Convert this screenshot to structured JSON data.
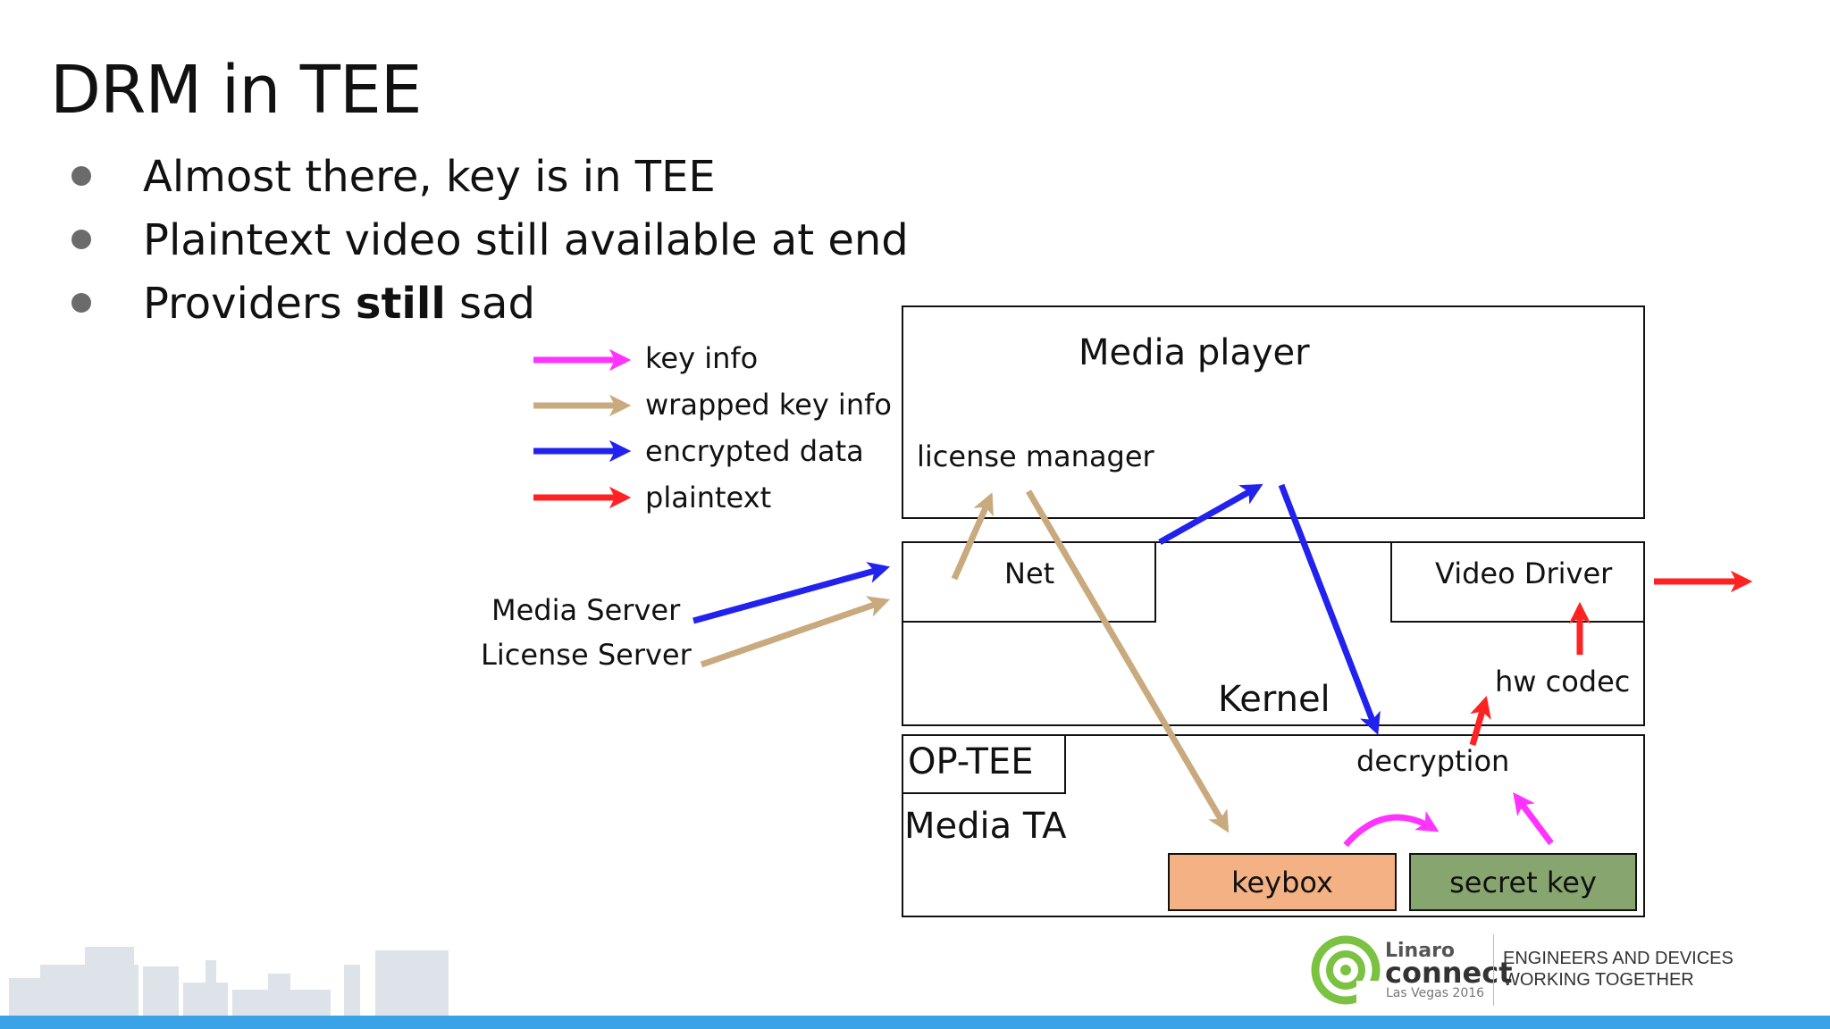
{
  "slide": {
    "title": "DRM in TEE",
    "bullets": [
      {
        "pre": "Almost there, key is in TEE",
        "bold": "",
        "post": ""
      },
      {
        "pre": "Plaintext video still available at end",
        "bold": "",
        "post": ""
      },
      {
        "pre": "Providers ",
        "bold": "still",
        "post": " sad"
      }
    ]
  },
  "legend": [
    {
      "label": "key info",
      "color": "#ff33ff"
    },
    {
      "label": "wrapped key info",
      "color": "#c9a97e"
    },
    {
      "label": "encrypted data",
      "color": "#2222ee"
    },
    {
      "label": "plaintext",
      "color": "#ff2222"
    }
  ],
  "servers": {
    "media_server": "Media Server",
    "license_server": "License Server"
  },
  "diagram": {
    "media_player": "Media player",
    "license_manager": "license manager",
    "net": "Net",
    "video_driver": "Video Driver",
    "kernel": "Kernel",
    "hw_codec": "hw codec",
    "op_tee": "OP-TEE",
    "decryption": "decryption",
    "media_ta": "Media TA",
    "keybox": "keybox",
    "secret_key": "secret key",
    "keybox_color": "#f4b183",
    "secret_key_color": "#87a66f"
  },
  "footer": {
    "brand_small": "Linaro",
    "brand_big": "connect",
    "event": "Las Vegas 2016",
    "tagline_1": "ENGINEERS AND DEVICES",
    "tagline_2": "WORKING TOGETHER",
    "bar_color": "#3aa3e8"
  }
}
